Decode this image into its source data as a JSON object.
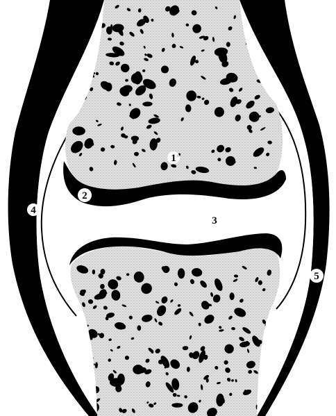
{
  "labels": {
    "l1": "1",
    "l2": "2",
    "l3": "3",
    "l4": "4",
    "l5": "5"
  },
  "colors": {
    "ink": "#000000",
    "paper": "#ffffff",
    "bone_fill": "#cfcfcf"
  },
  "pores": {
    "count_upper": 160,
    "count_lower": 170
  }
}
